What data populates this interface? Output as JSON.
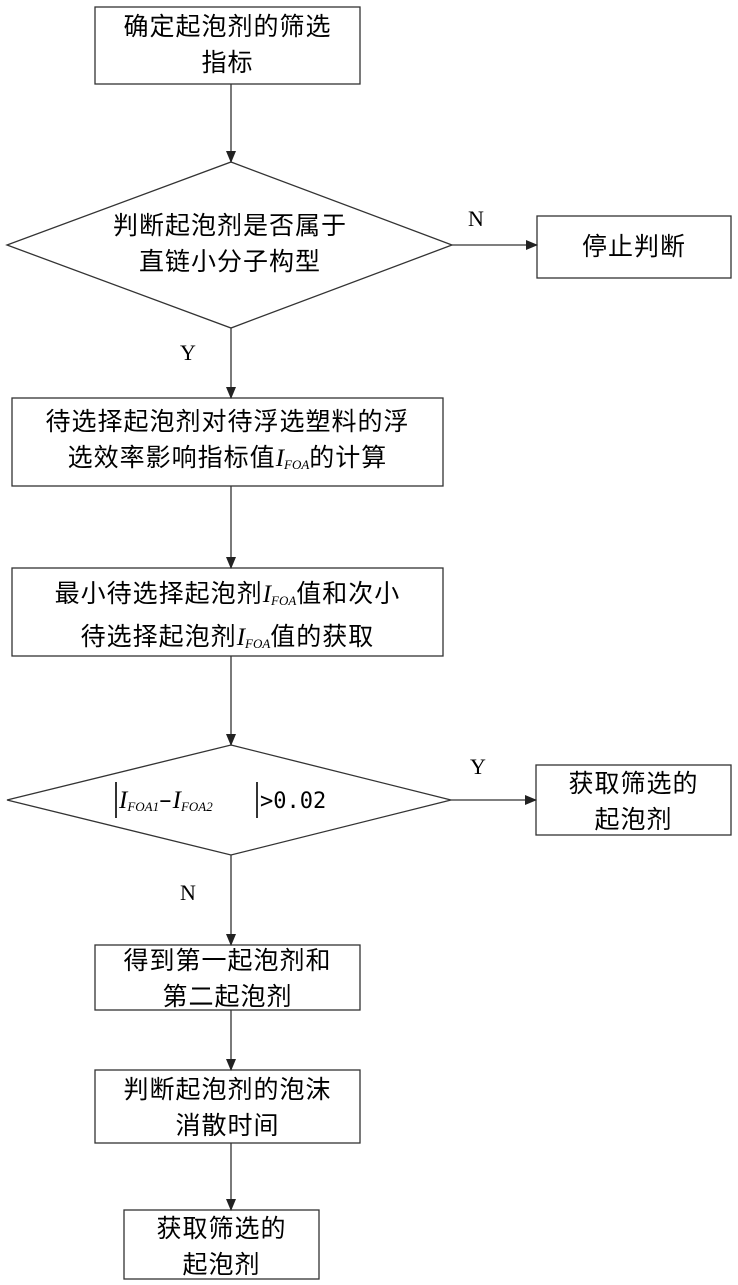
{
  "nodes": {
    "define_indicators": {
      "line1": "确定起泡剂的筛选",
      "line2": "指标"
    },
    "judge_structure": {
      "line1": "判断起泡剂是否属于",
      "line2": "直链小分子构型"
    },
    "stop_judging": {
      "text": "停止判断"
    },
    "calc_index": {
      "line1": "待选择起泡剂对待浮选塑料的浮",
      "line2_prefix": "选效率影响指标值",
      "line2_suffix": "的计算"
    },
    "get_min_values": {
      "line1_prefix": "最小待选择起泡剂",
      "line1_suffix": "值和次小",
      "line2_prefix": "待选择起泡剂",
      "line2_suffix": "值的获取"
    },
    "compare_diff": {
      "op": ">",
      "value": "0.02"
    },
    "screened_agent_yes": {
      "line1": "获取筛选的",
      "line2": "起泡剂"
    },
    "first_second_agent": {
      "line1": "得到第一起泡剂和",
      "line2": "第二起泡剂"
    },
    "foam_time": {
      "line1": "判断起泡剂的泡沫",
      "line2": "消散时间"
    },
    "screened_agent_final": {
      "line1": "获取筛选的",
      "line2": "起泡剂"
    }
  },
  "symbols": {
    "index_main": "I",
    "index_sub": "FOA",
    "index_sub_1": "FOA1",
    "index_sub_2": "FOA2",
    "minus": "–"
  },
  "edges": {
    "structure_no": "N",
    "structure_yes": "Y",
    "compare_yes": "Y",
    "compare_no": "N"
  }
}
